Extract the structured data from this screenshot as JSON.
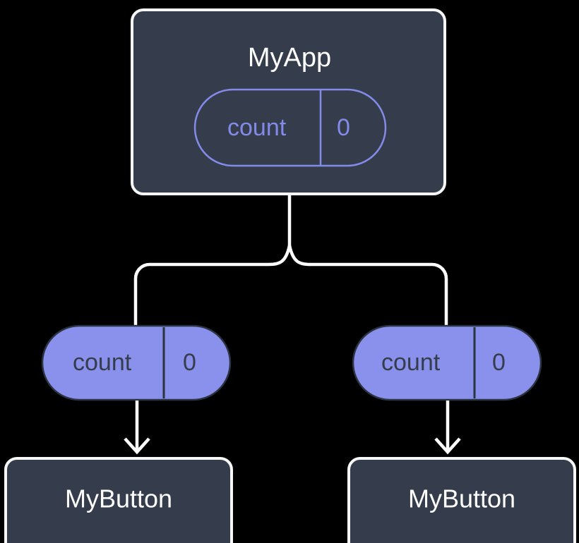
{
  "diagram": {
    "title_node": {
      "label": "MyApp",
      "state_pill": {
        "key": "count",
        "value": "0",
        "style": "outlined"
      }
    },
    "branches": [
      {
        "pill": {
          "key": "count",
          "value": "0",
          "style": "filled"
        },
        "child": {
          "label": "MyButton"
        }
      },
      {
        "pill": {
          "key": "count",
          "value": "0",
          "style": "filled"
        },
        "child": {
          "label": "MyButton"
        }
      }
    ],
    "colors": {
      "background": "#000000",
      "node_fill": "#353d4c",
      "node_border": "#f7f7f7",
      "node_text": "#ffffff",
      "accent_purple": "#8a91ec",
      "accent_purple_stroke": "#838ae8",
      "pill_dark_text": "#353d4c",
      "connector": "#ffffff"
    }
  }
}
